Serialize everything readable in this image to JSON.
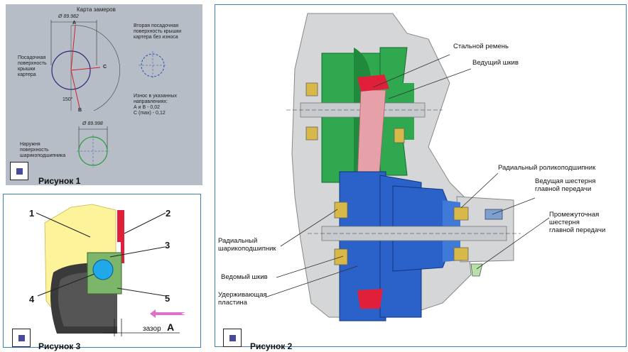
{
  "figure1": {
    "title": "Карта замеров",
    "diameter_top": "Ø 89.982",
    "diameter_bottom": "Ø 89.998",
    "point_a": "A",
    "point_b": "B",
    "point_c": "C",
    "angle": "150°",
    "label_cover_seat": "Посадочная\nповерхность\nкрышки\nкартера",
    "label_second_seat": "Вторая посадочная\nповерхность крышки\nкартера без износа",
    "label_wear": "Износ в указанных\nнаправлениях:\nА и В - 0,02\nС (max) - 0,12",
    "label_bearing_outer": "Наружня\nповерхность\nшарикоподшипника",
    "caption": "Рисунок 1"
  },
  "figure3": {
    "n1": "1",
    "n2": "2",
    "n3": "3",
    "n4": "4",
    "n5": "5",
    "gap_label": "зазор",
    "gap_letter": "A",
    "caption": "Рисунок 3"
  },
  "figure2": {
    "label_steel_belt": "Стальной ремень",
    "label_drive_pulley": "Ведущий шкив",
    "label_roller_bearing": "Радиальный роликоподшипник",
    "label_drive_gear": "Ведущая шестерня\nглавной передачи",
    "label_intermediate_gear": "Промежуточная\nшестерня\nглавной передачи",
    "label_ball_bearing": "Радиальный\nшарикоподшипник",
    "label_driven_pulley": "Ведомый шкив",
    "label_retaining_plate": "Удерживающая\nпластина",
    "caption": "Рисунок 2"
  },
  "colors": {
    "panel1_bg": "#b7bdc7",
    "panel_border": "#3d7fc0",
    "green_pulley": "#2fa84f",
    "blue_pulley": "#2b62c9",
    "belt": "#e6a0a8",
    "housing": "#d4d6d8",
    "yellow_cover": "#fdf39a",
    "red_seal": "#e0203a",
    "bearing_green": "#7cb66a",
    "ball": "#1fa9e8",
    "marker": "#4a4a9a"
  }
}
